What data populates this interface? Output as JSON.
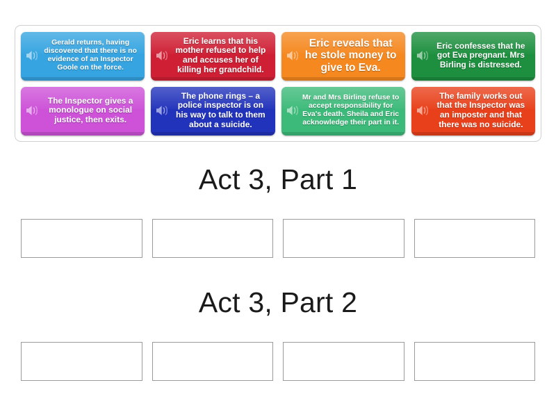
{
  "activity": {
    "tray": {
      "name": "draggable-answer-tiles",
      "tiles": [
        {
          "id": "tile-1",
          "text": "Gerald returns, having discovered that there is no evidence of an Inspector Goole on the force.",
          "color": "#35a4e0",
          "icon": "speaker-icon",
          "text_size": "sm"
        },
        {
          "id": "tile-2",
          "text": "Eric learns that his mother refused to help and accuses her of killing her grandchild.",
          "color": "#cf1f34",
          "icon": "speaker-icon",
          "text_size": "md"
        },
        {
          "id": "tile-3",
          "text": "Eric reveals that he stole money to give to Eva.",
          "color": "#f5881f",
          "icon": "speaker-icon",
          "text_size": "lg"
        },
        {
          "id": "tile-4",
          "text": "Eric confesses that he got Eva pregnant. Mrs Birling is distressed.",
          "color": "#1d8f3e",
          "icon": "speaker-icon",
          "text_size": "md"
        },
        {
          "id": "tile-5",
          "text": "The Inspector gives a monologue on social justice, then exits.",
          "color": "#cd52d8",
          "icon": "speaker-icon",
          "text_size": "md"
        },
        {
          "id": "tile-6",
          "text": "The phone rings – a police inspector is on his way to talk to them about a suicide.",
          "color": "#2233bb",
          "icon": "speaker-icon",
          "text_size": "md"
        },
        {
          "id": "tile-7",
          "text": "Mr and Mrs Birling refuse to accept responsibility for Eva's death. Sheila and Eric acknowledge their part in it.",
          "color": "#3cba79",
          "icon": "speaker-icon",
          "text_size": "sm"
        },
        {
          "id": "tile-8",
          "text": "The family works out that the Inspector was an imposter and that there was no suicide.",
          "color": "#e8401a",
          "icon": "speaker-icon",
          "text_size": "md"
        }
      ]
    },
    "sections": [
      {
        "id": "part-1",
        "title": "Act 3, Part 1",
        "dropzones": [
          {
            "id": "part-1-slot-1",
            "value": ""
          },
          {
            "id": "part-1-slot-2",
            "value": ""
          },
          {
            "id": "part-1-slot-3",
            "value": ""
          },
          {
            "id": "part-1-slot-4",
            "value": ""
          }
        ]
      },
      {
        "id": "part-2",
        "title": "Act 3, Part 2",
        "dropzones": [
          {
            "id": "part-2-slot-1",
            "value": ""
          },
          {
            "id": "part-2-slot-2",
            "value": ""
          },
          {
            "id": "part-2-slot-3",
            "value": ""
          },
          {
            "id": "part-2-slot-4",
            "value": ""
          }
        ]
      }
    ],
    "colors": {
      "tray_border": "#d0d0d0",
      "dropzone_border": "#9a9a9a",
      "page_background": "#ffffff",
      "heading_text": "#1a1a1a",
      "tile_text": "#ffffff"
    }
  }
}
